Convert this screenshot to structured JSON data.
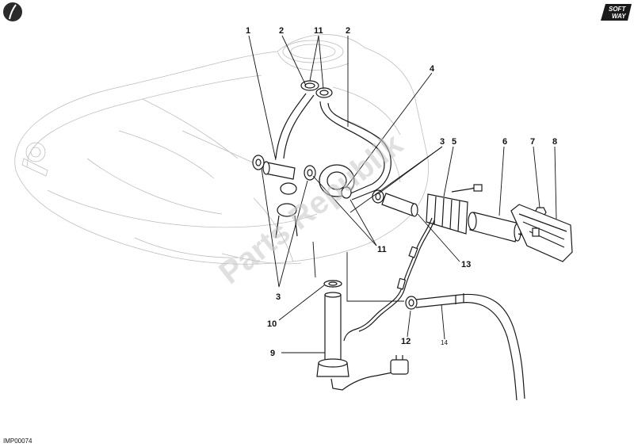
{
  "callouts": [
    {
      "id": "c1",
      "label": "1"
    },
    {
      "id": "c2a",
      "label": "2"
    },
    {
      "id": "c11a",
      "label": "11"
    },
    {
      "id": "c2b",
      "label": "2"
    },
    {
      "id": "c4",
      "label": "4"
    },
    {
      "id": "c3a",
      "label": "3"
    },
    {
      "id": "c5",
      "label": "5"
    },
    {
      "id": "c6",
      "label": "6"
    },
    {
      "id": "c7",
      "label": "7"
    },
    {
      "id": "c8",
      "label": "8"
    },
    {
      "id": "c11b",
      "label": "11"
    },
    {
      "id": "c13",
      "label": "13"
    },
    {
      "id": "c3b",
      "label": "3"
    },
    {
      "id": "c10",
      "label": "10"
    },
    {
      "id": "c9",
      "label": "9"
    },
    {
      "id": "c12",
      "label": "12"
    },
    {
      "id": "c14",
      "label": "14"
    }
  ],
  "drawing_code": "IMP00074",
  "watermark": "Parts Republik",
  "logo": {
    "line1": "SOFT",
    "line2": "WAY"
  },
  "colors": {
    "ink": "#1a1a1a",
    "ghost": "#bdbdbd",
    "watermark": "#c8c8c8"
  }
}
